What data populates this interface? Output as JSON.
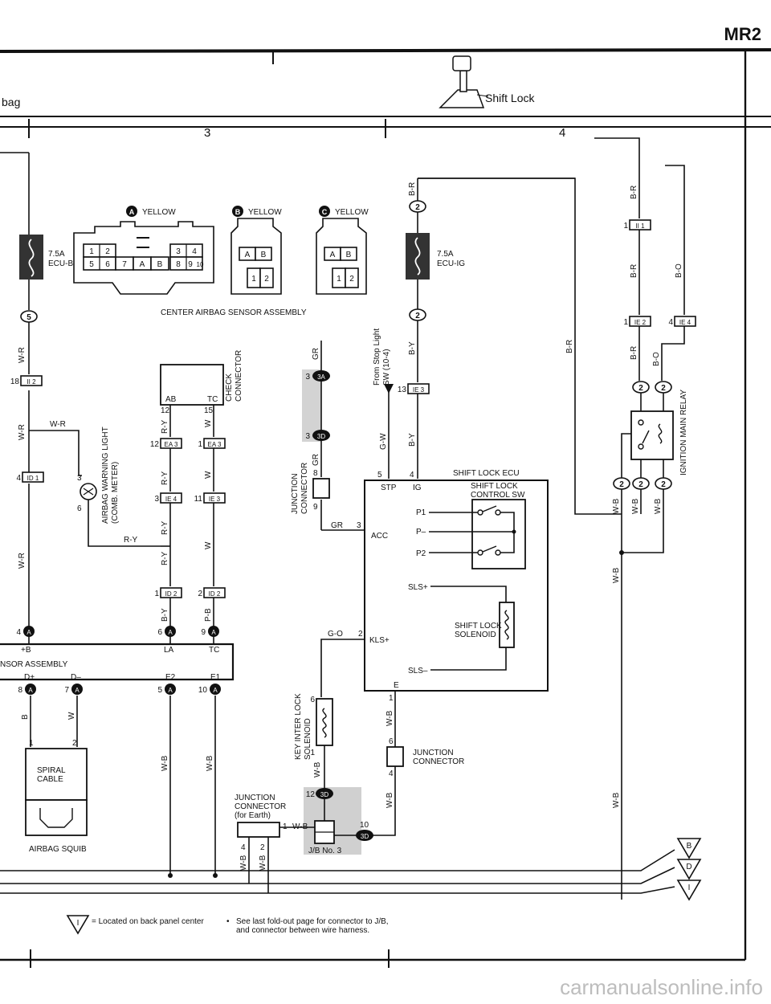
{
  "model": "MR2",
  "system_left_fragment": "bag",
  "system_title": "Shift Lock",
  "grid_numbers": [
    "3",
    "4"
  ],
  "connectors": {
    "a": {
      "letter": "A",
      "color": "YELLOW",
      "pins": [
        "1",
        "2",
        "3",
        "4",
        "5",
        "6",
        "7",
        "A",
        "B",
        "8",
        "9",
        "10"
      ]
    },
    "b": {
      "letter": "B",
      "color": "YELLOW",
      "pins": [
        "A",
        "B",
        "1",
        "2"
      ]
    },
    "c": {
      "letter": "C",
      "color": "YELLOW",
      "pins": [
        "A",
        "B",
        "1",
        "2"
      ]
    },
    "assembly_label": "CENTER AIRBAG SENSOR ASSEMBLY"
  },
  "fuses": {
    "ecu_b": {
      "amp": "7.5A",
      "name": "ECU-B"
    },
    "ecu_ig": {
      "amp": "7.5A",
      "name": "ECU-IG"
    }
  },
  "stop_light": [
    "From Stop Light",
    "SW (10-4)"
  ],
  "components": {
    "check_connector": {
      "label": [
        "CHECK",
        "CONNECTOR"
      ],
      "ab": "AB",
      "tc": "TC",
      "pin_left": "12",
      "pin_right": "15"
    },
    "airbag_light": {
      "label": [
        "AIRBAG WARNING LIGHT",
        "(COMB. METER)"
      ],
      "pin_top": "3",
      "pin_bottom": "6"
    },
    "junction_connector_1": {
      "label": [
        "JUNCTION",
        "CONNECTOR"
      ],
      "pin_top": "8",
      "pin_bottom": "9"
    },
    "shift_lock_ecu": {
      "title": "SHIFT LOCK ECU",
      "pins": {
        "stp": "STP",
        "ig": "IG",
        "acc": "ACC",
        "kls": "KLS+",
        "e": "E"
      },
      "pin_numbers": {
        "stp": "5",
        "ig": "4",
        "acc": "3",
        "kls": "2",
        "e": "1"
      },
      "switch_title": [
        "SHIFT LOCK",
        "CONTROL SW"
      ],
      "switch_pins": [
        "P1",
        "P–",
        "P2"
      ],
      "sls_plus": "SLS+",
      "sls_minus": "SLS–",
      "solenoid": [
        "SHIFT LOCK",
        "SOLENOID"
      ]
    },
    "relay": "IGNITION MAIN RELAY",
    "sensor_assembly": "NSOR ASSEMBLY",
    "sensor_terms": {
      "plus_b": "+B",
      "d_plus": "D+",
      "d_minus": "D–",
      "la": "LA",
      "tc": "TC",
      "e2": "E2",
      "e1": "E1"
    },
    "spiral_cable": [
      "SPIRAL",
      "CABLE"
    ],
    "airbag_squib": "AIRBAG SQUIB",
    "key_interlock": [
      "KEY INTER LOCK",
      "SOLENOID"
    ],
    "junction_connector_2": [
      "JUNCTION",
      "CONNECTOR"
    ],
    "junction_connector_earth": [
      "JUNCTION",
      "CONNECTOR",
      "(for Earth)"
    ],
    "jb3": "J/B No. 3"
  },
  "connector_tags": [
    "5",
    "II 2",
    "ID 1",
    "EA 3",
    "EA 3",
    "IE 4",
    "IE 3",
    "ID 2",
    "ID 2",
    "3A",
    "3D",
    "2",
    "2",
    "IE 3",
    "II 1",
    "IE 2",
    "IE 4",
    "2",
    "2",
    "2",
    "2",
    "2",
    "3D",
    "3D",
    "A",
    "A",
    "A",
    "A",
    "A",
    "A",
    "A"
  ],
  "wire_colors": [
    "W-R",
    "W-R",
    "W-R",
    "W-R",
    "B",
    "W",
    "R-Y",
    "R-Y",
    "R-Y",
    "R-Y",
    "R-Y",
    "B-Y",
    "W",
    "W",
    "W",
    "W",
    "P-B",
    "W-B",
    "W-B",
    "GR",
    "GR",
    "GR",
    "G-W",
    "B-Y",
    "B-Y",
    "B-R",
    "G-O",
    "W-B",
    "W-B",
    "W-B",
    "W-B",
    "W-B",
    "W-B",
    "B-R",
    "B-R",
    "B-O",
    "B-R",
    "B-O",
    "W-B",
    "B-R",
    "W-B",
    "W-B",
    "W-B"
  ],
  "pin_numbers": [
    "18",
    "4",
    "1",
    "2",
    "12",
    "3",
    "1",
    "6",
    "9",
    "5",
    "10",
    "8",
    "7",
    "3",
    "3",
    "13",
    "12",
    "10",
    "4",
    "6",
    "1",
    "6",
    "4",
    "1",
    "4",
    "11",
    "1",
    "2",
    "6",
    "1",
    "2"
  ],
  "ground_points": [
    "B",
    "D",
    "I"
  ],
  "footnotes": {
    "ground_note": "= Located on back panel center",
    "ground_letter": "I",
    "bullet": "•",
    "jb_note": [
      "See last fold-out page for connector to J/B,",
      "and connector between wire harness."
    ]
  },
  "watermark": "carmanualsonline.info"
}
